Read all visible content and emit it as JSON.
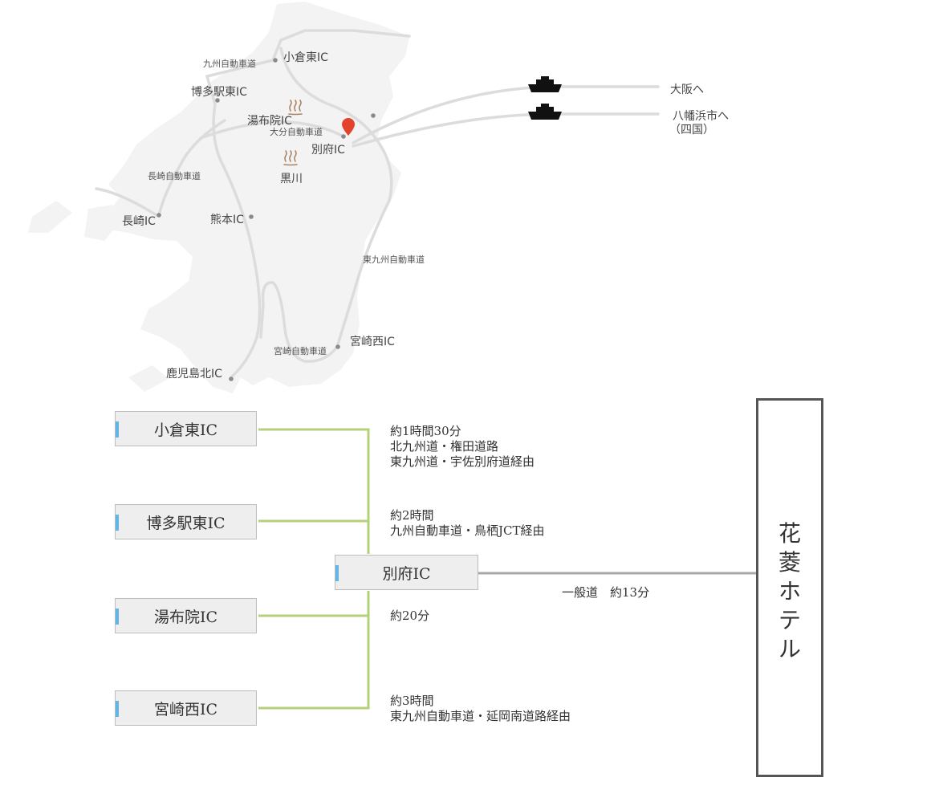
{
  "map": {
    "labels": {
      "kyushu_expressway": "九州自動車道",
      "kokura_higashi": "小倉東IC",
      "hakata_eki_higashi": "博多駅東IC",
      "yufuin": "湯布院IC",
      "oita_expressway": "大分自動車道",
      "beppu": "別府IC",
      "kurokawa": "黒川",
      "nagasaki_expressway": "長崎自動車道",
      "nagasaki": "長崎IC",
      "kumamoto": "熊本IC",
      "higashi_kyushu_expressway": "東九州自動車道",
      "miyazaki_expressway": "宮崎自動車道",
      "miyazaki_nishi": "宮崎西IC",
      "kagoshima_kita": "鹿児島北IC",
      "osaka": "大阪へ",
      "yawatahama": "八幡浜市へ",
      "shikoku": "（四国）"
    },
    "icons": {
      "hotel_marker": "map-pin-icon",
      "onsen": "hot-spring-icon",
      "ferry": "ferry-icon"
    },
    "colors": {
      "land": "#f3f3f3",
      "road": "#dcdcdc",
      "marker": "#e2432a",
      "onsen": "#a98466"
    }
  },
  "diagram": {
    "origins": [
      "小倉東IC",
      "博多駅東IC",
      "湯布院IC",
      "宮崎西IC"
    ],
    "hub": "別府IC",
    "routes": [
      {
        "time": "約1時間30分",
        "via_lines": [
          "北九州道・権田道路",
          "東九州道・宇佐別府道経由"
        ]
      },
      {
        "time": "約2時間",
        "via_lines": [
          "九州自動車道・鳥栖JCT経由"
        ]
      },
      {
        "time": "約20分",
        "via_lines": []
      },
      {
        "time": "約3時間",
        "via_lines": [
          "東九州自動車道・延岡南道路経由"
        ]
      }
    ],
    "final_leg": "一般道　約13分",
    "destination": [
      "花",
      "菱",
      "ホ",
      "テ",
      "ル"
    ],
    "colors": {
      "connector": "#b5d07a",
      "final_line": "#a8a8a8",
      "accent": "#62b5e5"
    }
  }
}
